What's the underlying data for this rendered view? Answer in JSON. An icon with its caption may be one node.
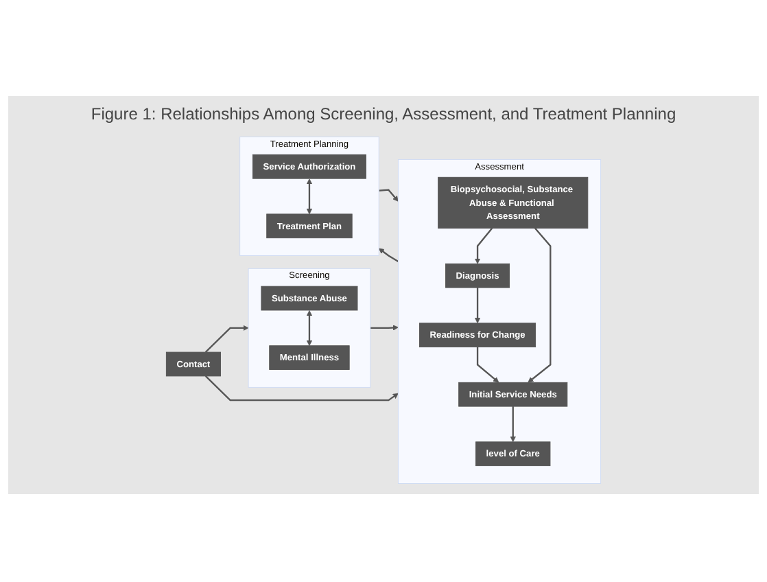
{
  "diagram": {
    "title": "Figure 1: Relationships Among Screening, Assessment, and Treatment Planning",
    "nodes": [
      {
        "text": [
          "Contact"
        ]
      },
      {
        "text": [
          "Screening"
        ]
      },
      {
        "text": [
          "Substance Abuse"
        ],
        "in": 1
      },
      {
        "text": [
          "Mental Illness"
        ],
        "in": 1
      },
      {
        "text": [
          "Assessment"
        ]
      },
      {
        "text": [
          "Readiness for Change"
        ],
        "in": 4
      },
      {
        "text": [
          "Diagnosis"
        ],
        "in": 4
      },
      {
        "text": [
          "Biopsychosocial, Substance Abuse & Functional Assessment"
        ],
        "in": 4
      },
      {
        "text": [
          "Initial Service Needs"
        ],
        "in": 4
      },
      {
        "text": [
          "level of Care"
        ],
        "in": 4
      },
      {
        "text": [
          "Treatment Planning"
        ]
      },
      {
        "text": [
          "Service Authorization"
        ],
        "in": 10
      },
      {
        "text": [
          "Treatment Plan"
        ],
        "in": 10
      }
    ],
    "edges": [
      {
        "from": 0,
        "to": 1,
        "arrow": "to"
      },
      {
        "from": 2,
        "to": 3,
        "arrow": "both"
      },
      {
        "from": 1,
        "to": 4,
        "arrow": "to"
      },
      {
        "from": 7,
        "to": 6,
        "arrow": "to"
      },
      {
        "from": 6,
        "to": 5,
        "arrow": "to"
      },
      {
        "from": 5,
        "to": 8,
        "arrow": "to"
      },
      {
        "from": 7,
        "to": 8,
        "arrow": "to"
      },
      {
        "from": 8,
        "to": 9,
        "arrow": "to"
      },
      {
        "from": 4,
        "to": 10,
        "arrow": "to"
      },
      {
        "from": 10,
        "to": 4,
        "arrow": "to"
      },
      {
        "from": 11,
        "to": 12,
        "arrow": "both"
      },
      {
        "from": 0,
        "to": 4,
        "arrow": "to"
      }
    ]
  }
}
